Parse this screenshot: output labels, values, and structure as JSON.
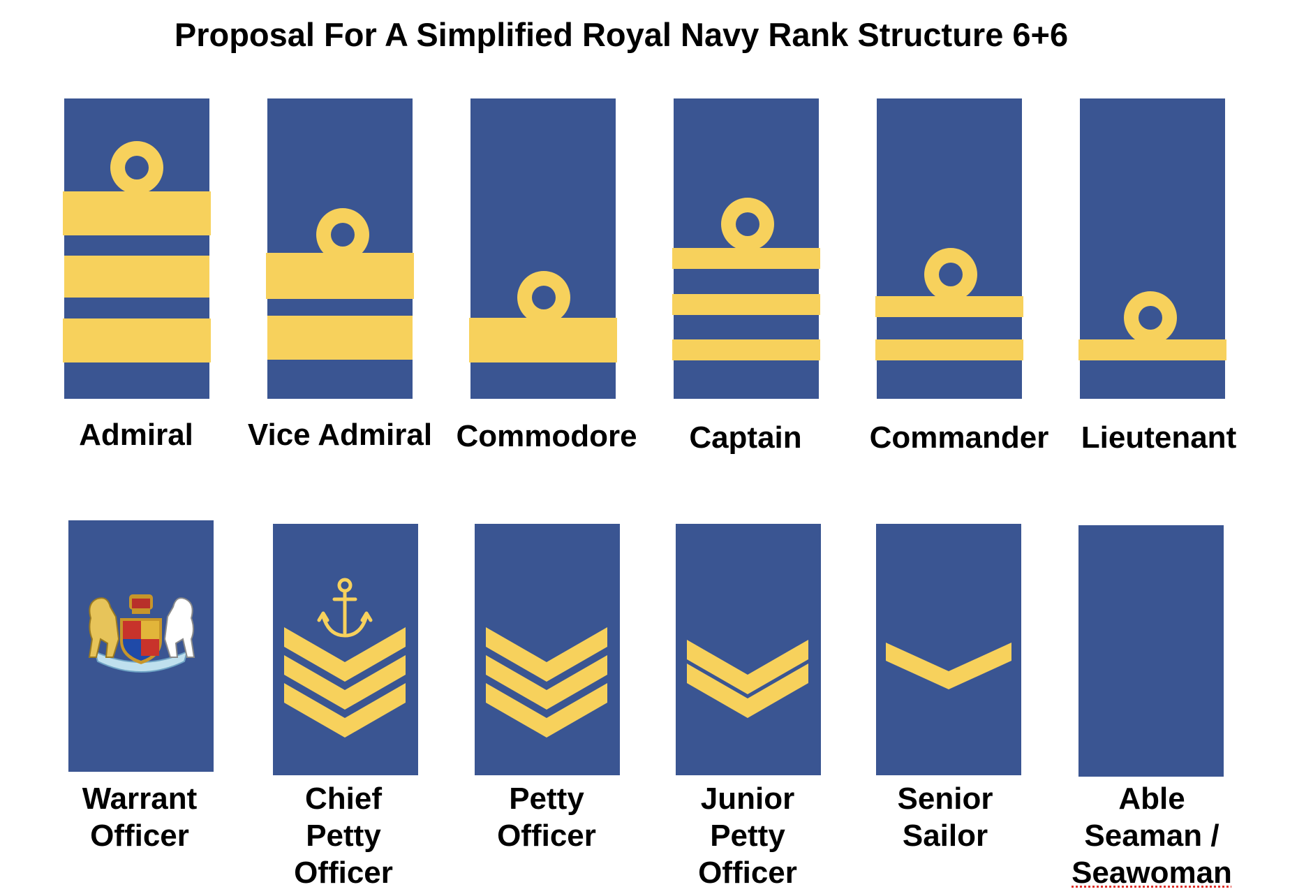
{
  "title": "Proposal For A Simplified Royal Navy Rank Structure 6+6",
  "colors": {
    "board": "#3a5592",
    "lace": "#f7d15c",
    "spellcheck_underline": "#e0302a"
  },
  "officer_ranks": [
    {
      "label": "Admiral",
      "loop": true,
      "stripes": 3,
      "stripe_style": "wide"
    },
    {
      "label": "Vice Admiral",
      "loop": true,
      "stripes": 2,
      "stripe_style": "wide"
    },
    {
      "label": "Commodore",
      "loop": true,
      "stripes": 1,
      "stripe_style": "wide"
    },
    {
      "label": "Captain",
      "loop": true,
      "stripes": 3,
      "stripe_style": "narrow"
    },
    {
      "label": "Commander",
      "loop": true,
      "stripes": 2,
      "stripe_style": "narrow"
    },
    {
      "label": "Lieutenant",
      "loop": true,
      "stripes": 1,
      "stripe_style": "narrow"
    }
  ],
  "rating_ranks": [
    {
      "label_lines": [
        "Warrant",
        "Officer"
      ],
      "insignia": "royal-coat-of-arms"
    },
    {
      "label_lines": [
        "Chief",
        "Petty",
        "Officer"
      ],
      "insignia": "anchor-over-three-chevrons"
    },
    {
      "label_lines": [
        "Petty",
        "Officer"
      ],
      "insignia": "three-chevrons"
    },
    {
      "label_lines": [
        "Junior",
        "Petty",
        "Officer"
      ],
      "insignia": "two-chevrons"
    },
    {
      "label_lines": [
        "Senior",
        "Sailor"
      ],
      "insignia": "one-chevron"
    },
    {
      "label_lines": [
        "Able",
        "Seaman /",
        "Seawoman"
      ],
      "insignia": "none"
    }
  ]
}
